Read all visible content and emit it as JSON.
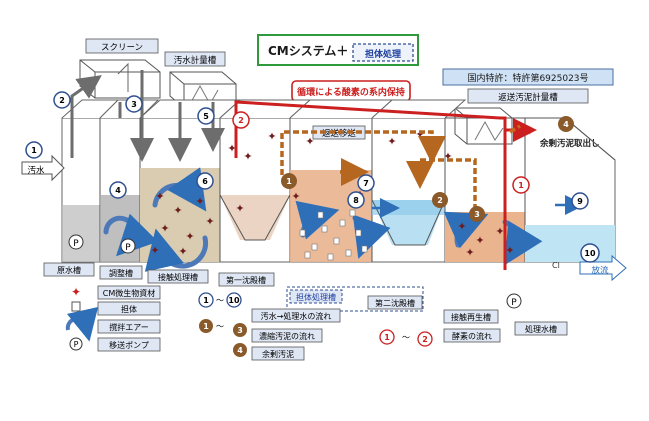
{
  "title": {
    "system": "CMシステム＋",
    "carrier": "担体処理"
  },
  "patent": "国内特許：特許第6925023号",
  "red_note": "循環による酸素の系内保持",
  "equipment": {
    "screen": "スクリーン",
    "flowmeter": "汚水計量槽",
    "return_sludge_meter": "返送汚泥計量槽",
    "return_pipe": "返送移送",
    "excess_sludge": "余剰汚泥取出し"
  },
  "influent": "汚水",
  "effluent": "放流",
  "chlorine_mark": "Cl",
  "tanks": [
    {
      "label": "原水槽"
    },
    {
      "label": "調整槽"
    },
    {
      "label": "接触処理槽"
    },
    {
      "label": "第一沈殿槽"
    },
    {
      "label": "担体処理槽"
    },
    {
      "label": "第二沈殿槽"
    },
    {
      "label": "接触再生槽"
    },
    {
      "label": "処理水槽"
    }
  ],
  "markers": [
    "1",
    "2",
    "3",
    "4",
    "5",
    "6",
    "7",
    "8",
    "9",
    "10"
  ],
  "brown_markers": [
    "1",
    "2",
    "3",
    "4"
  ],
  "red_markers": [
    "1",
    "2"
  ],
  "legend": {
    "cm_material": "CM微生物資材",
    "carrier": "担体",
    "aeration": "撹拌エアー",
    "pump": "移送ポンプ",
    "pump_symbol": "P",
    "flow_blue": "汚水→処理水の流れ",
    "flow_brown": "濃縮汚泥の流れ",
    "flow_brown_4": "余剰汚泥",
    "flow_red": "酵素の流れ",
    "range_sep": "〜"
  },
  "colors": {
    "blue_outline": "#2f4f8f",
    "red": "#cc1f1f",
    "brown": "#8a5a2b",
    "orange_arrow": "#c96a1b",
    "water_blue": "#bfe4f4",
    "sludge_tan": "#d9ccb0",
    "sludge_orange": "#e9b48e",
    "label_bg": "#dfe7f5",
    "green_box": "#2f9a3c"
  }
}
